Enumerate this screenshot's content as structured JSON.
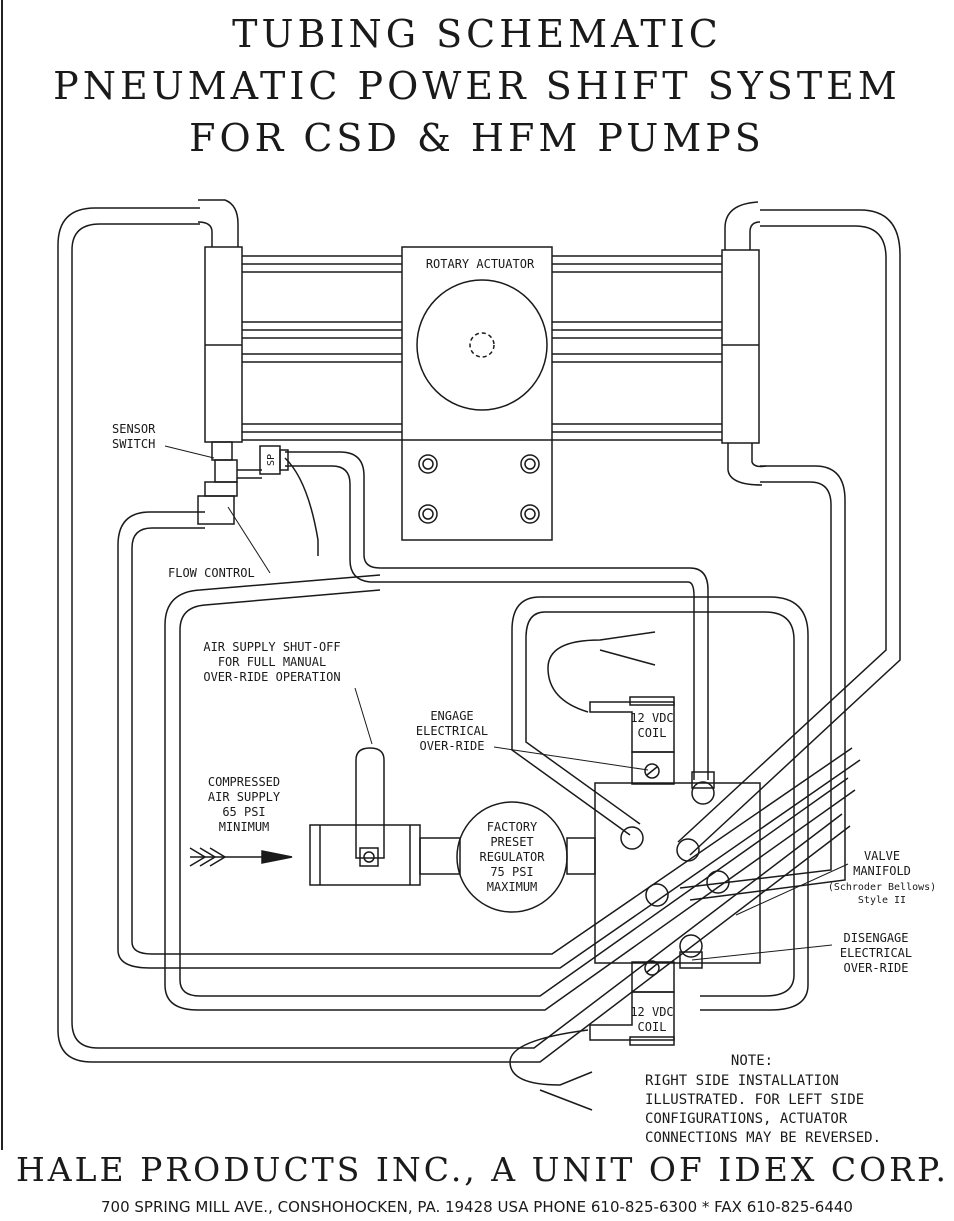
{
  "title": {
    "line1": "TUBING SCHEMATIC",
    "line2": "PNEUMATIC POWER SHIFT SYSTEM",
    "line3": "FOR CSD & HFM PUMPS"
  },
  "labels": {
    "rotary_actuator": "ROTARY ACTUATOR",
    "sensor_switch": [
      "SENSOR",
      "SWITCH"
    ],
    "sp_tag": "SP",
    "flow_control": "FLOW CONTROL",
    "air_shutoff": [
      "AIR SUPPLY SHUT-OFF",
      "FOR FULL MANUAL",
      "OVER-RIDE OPERATION"
    ],
    "engage_override": [
      "ENGAGE",
      "ELECTRICAL",
      "OVER-RIDE"
    ],
    "coil_top": [
      "12 VDC",
      "COIL"
    ],
    "compressed_air": [
      "COMPRESSED",
      "AIR SUPPLY",
      "65 PSI",
      "MINIMUM"
    ],
    "regulator": [
      "FACTORY",
      "PRESET",
      "REGULATOR",
      "75 PSI",
      "MAXIMUM"
    ],
    "valve_manifold": [
      "VALVE",
      "MANIFOLD",
      "(Schroder Bellows)",
      "Style II"
    ],
    "disengage_override": [
      "DISENGAGE",
      "ELECTRICAL",
      "OVER-RIDE"
    ],
    "coil_bottom": [
      "12 VDC",
      "COIL"
    ],
    "note": [
      "NOTE:",
      "RIGHT SIDE INSTALLATION",
      "ILLUSTRATED. FOR LEFT SIDE",
      "CONFIGURATIONS, ACTUATOR",
      "CONNECTIONS MAY BE REVERSED."
    ]
  },
  "footer": {
    "company": "HALE PRODUCTS INC., A UNIT OF IDEX CORP.",
    "address": "700 SPRING MILL AVE., CONSHOHOCKEN, PA. 19428 USA PHONE 610-825-6300 * FAX 610-825-6440"
  }
}
